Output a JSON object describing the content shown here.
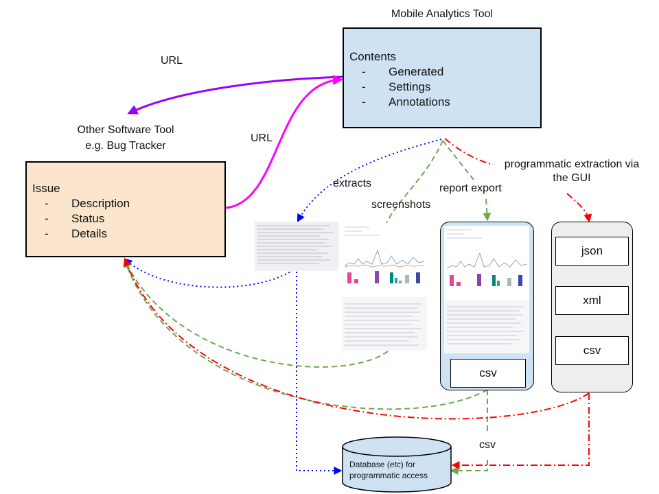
{
  "mobile_tool": {
    "title": "Mobile Analytics Tool",
    "contents_heading": "Contents",
    "items": [
      "Generated",
      "Settings",
      "Annotations"
    ],
    "color": "#cfe2f3"
  },
  "other_tool": {
    "title_line1": "Other Software Tool",
    "title_line2": "e.g. Bug Tracker",
    "issue_heading": "Issue",
    "items": [
      "Description",
      "Status",
      "Details"
    ],
    "color": "#fce5cd"
  },
  "labels": {
    "url_top": "URL",
    "url_mid": "URL",
    "extracts": "extracts",
    "screenshots": "screenshots",
    "report_export": "report export",
    "programmatic_line1": "programmatic extraction via",
    "programmatic_line2": "the GUI",
    "csv_link": "csv",
    "dash": "-"
  },
  "report_panel": {
    "csv_label": "csv",
    "color": "#cfe2f3"
  },
  "formats_panel": {
    "formats": [
      "json",
      "xml",
      "csv"
    ],
    "color": "#eeeeee"
  },
  "database": {
    "line1_pre": "Database (",
    "line1_em": "etc",
    "line1_post": ") for",
    "line2": "programmatic access",
    "color": "#cfe2f3"
  },
  "arrow_colors": {
    "url_purple": "#9900ff",
    "url_magenta": "#ff00ff",
    "extracts_blue": "#0000ff",
    "screenshots_green": "#6aa84f",
    "programmatic_red": "#ff0000"
  }
}
